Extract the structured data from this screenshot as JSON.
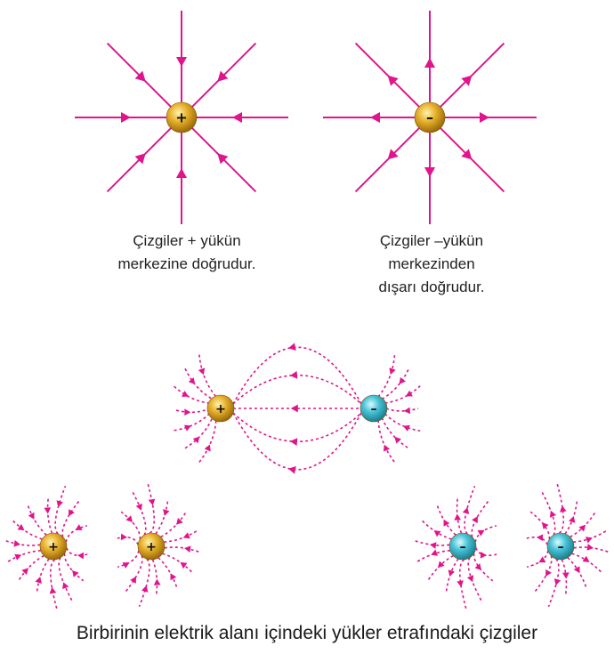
{
  "colors": {
    "field_line": "#e0148c",
    "positive_charge": "#d9a320",
    "negative_charge_single": "#d9a320",
    "negative_charge_pair": "#3bbcd0"
  },
  "labels": {
    "plus": "+",
    "minus": "–"
  },
  "captions": {
    "positive_single": [
      "Çizgiler + yükün",
      "merkezine doğrudur."
    ],
    "negative_single": [
      "Çizgiler –yükün",
      "merkezinden",
      "dışarı doğrudur."
    ],
    "bottom": "Birbirinin elektrik alanı içindeki yükler etrafındaki çizgiler"
  }
}
